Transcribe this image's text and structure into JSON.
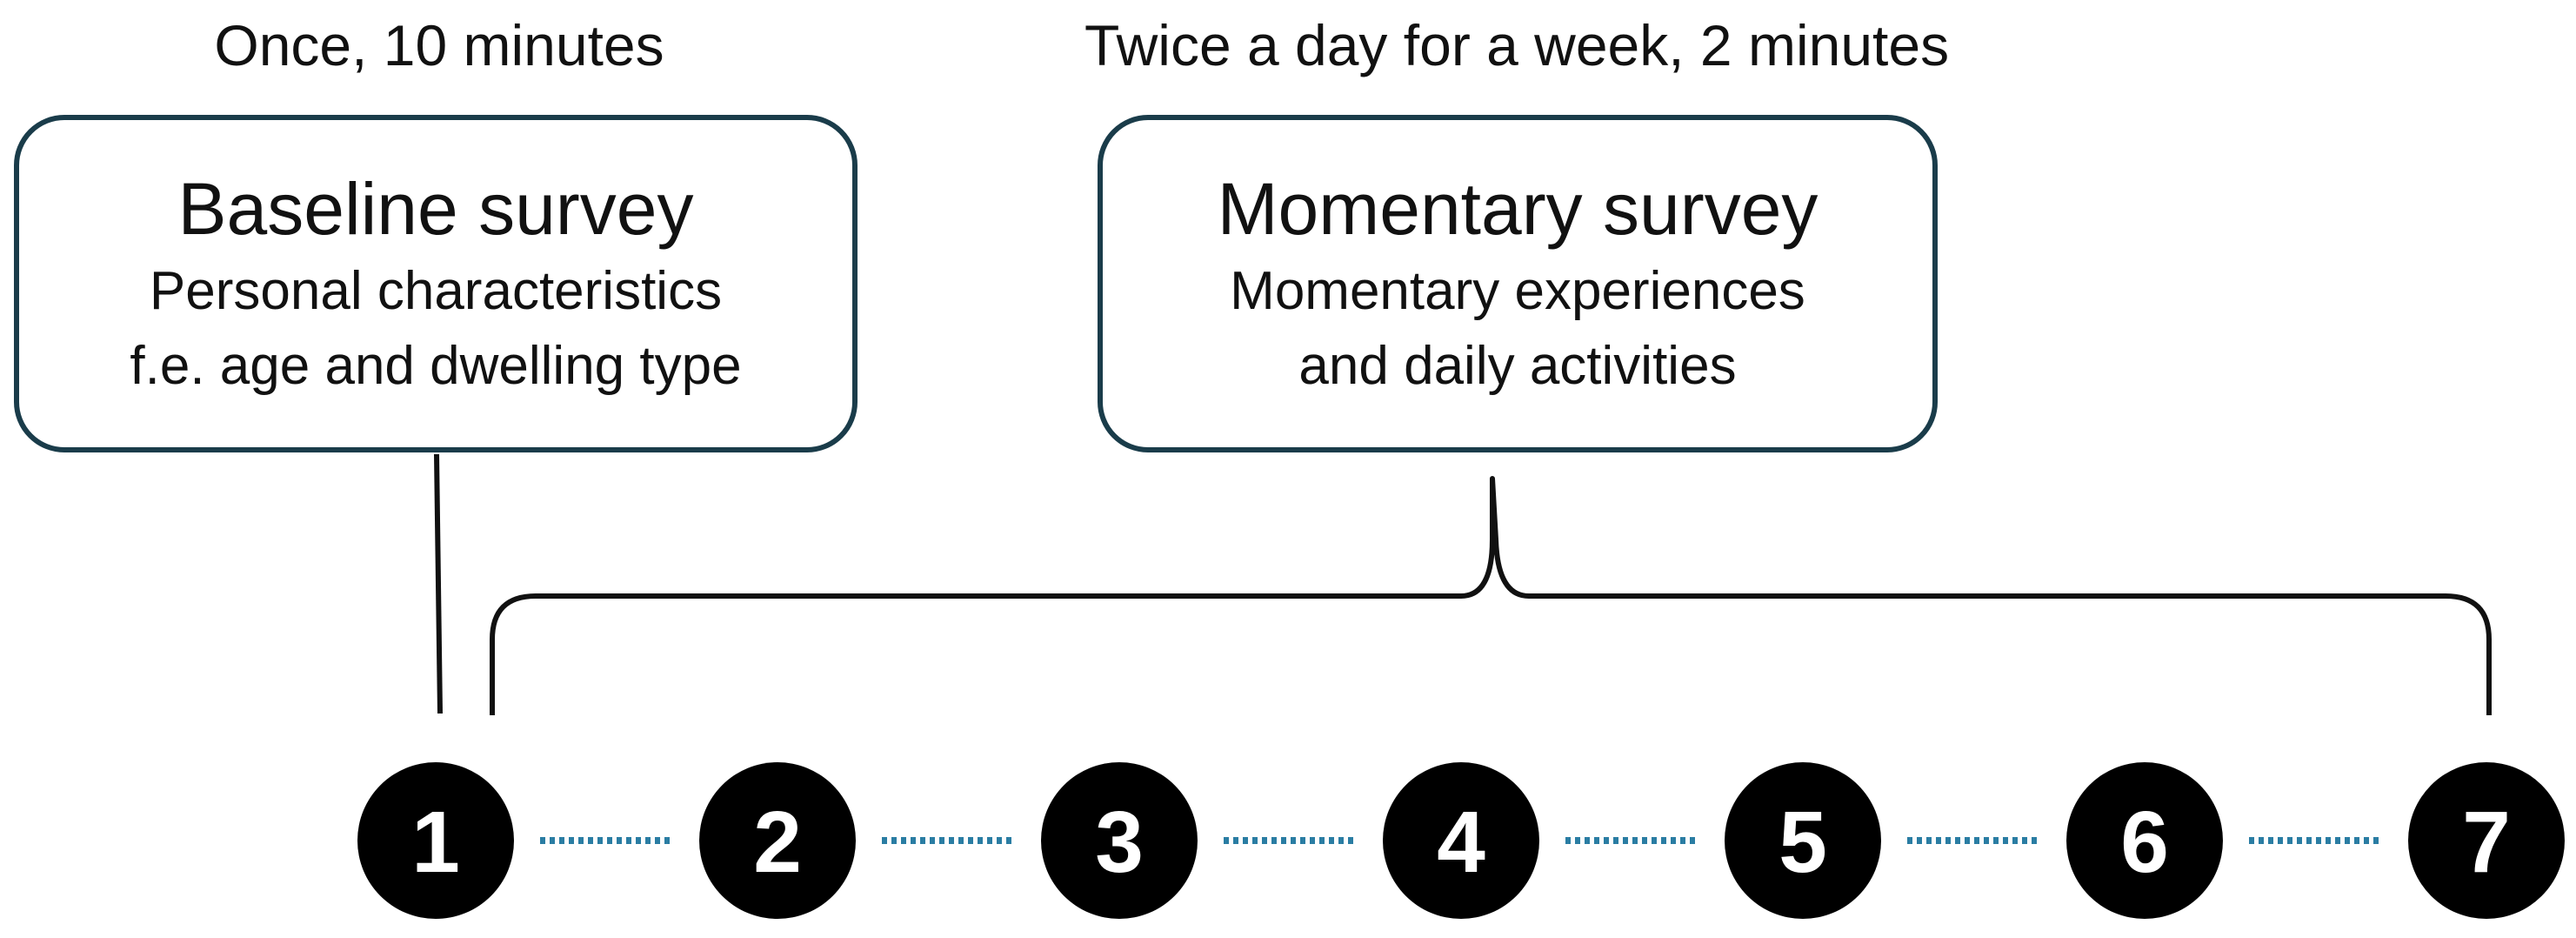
{
  "baseline": {
    "frequency": "Once, 10 minutes",
    "title": "Baseline survey",
    "line1": "Personal characteristics",
    "line2": "f.e. age and dwelling type"
  },
  "momentary": {
    "frequency": "Twice a day for a week, 2 minutes",
    "title": "Momentary survey",
    "line1": "Momentary experiences",
    "line2": "and daily activities"
  },
  "timeline": {
    "days": [
      "1",
      "2",
      "3",
      "4",
      "5",
      "6",
      "7"
    ],
    "node_color": "#000000",
    "dot_color": "#2a7da3",
    "box_border_color": "#1a3c4a"
  }
}
